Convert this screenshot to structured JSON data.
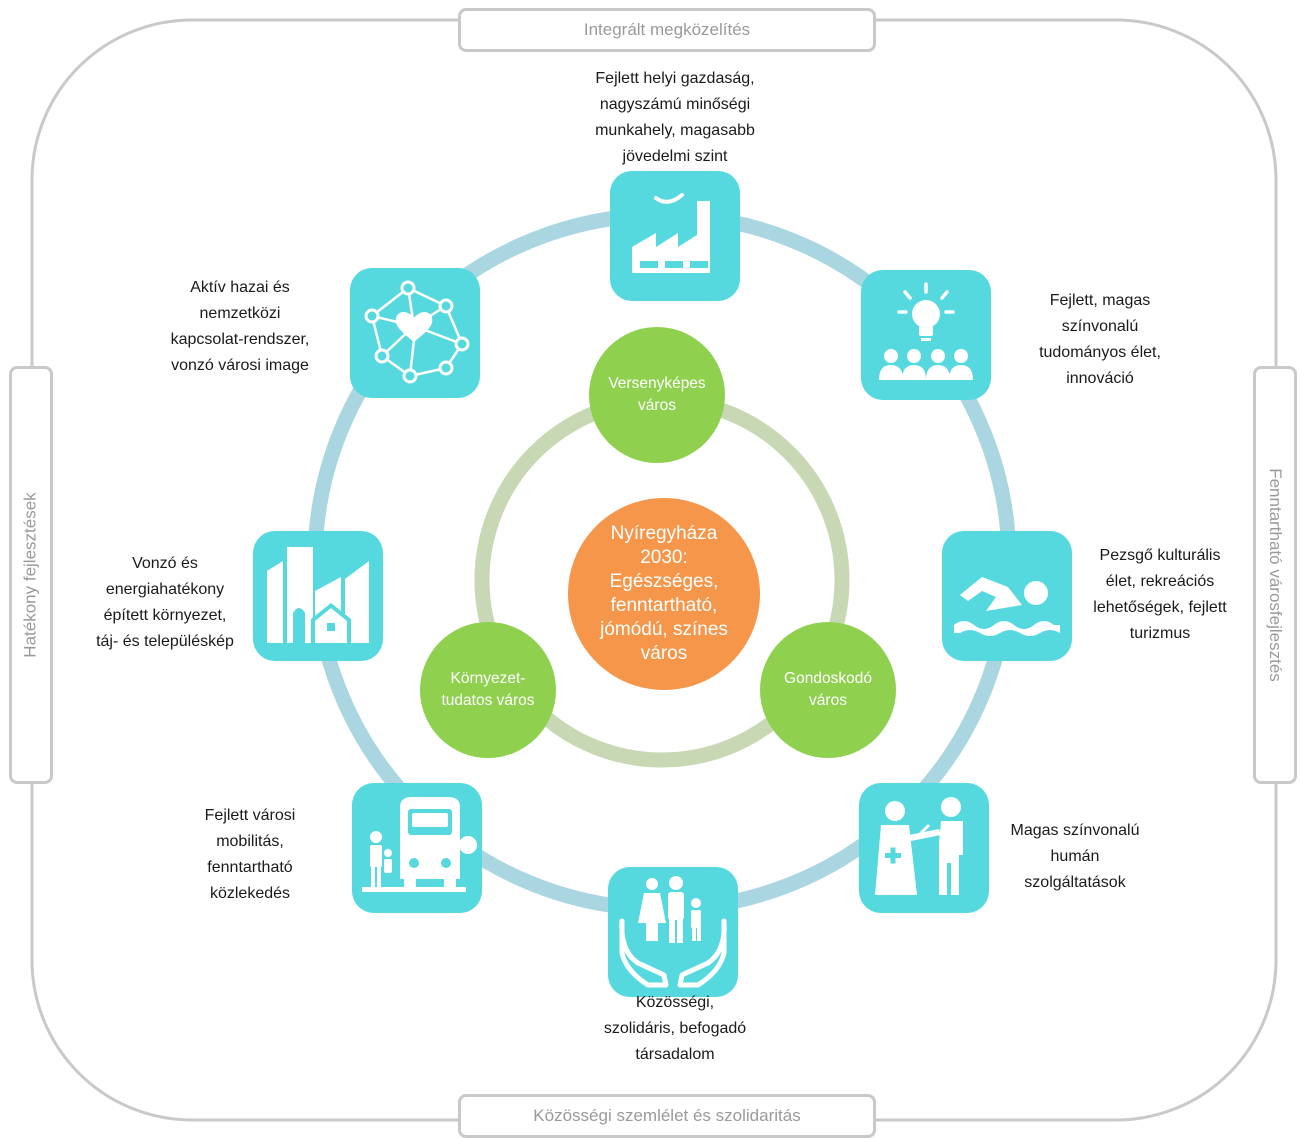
{
  "frame": {
    "top": "Integrált megközelítés",
    "bottom": "Közösségi szemlélet és szolidaritás",
    "left": "Hatékony fejlesztések",
    "right": "Fenntartható városfejlesztés"
  },
  "center": {
    "text": "Nyíregyháza\n2030:\nEgészséges,\nfenntartható,\njómódú, színes\nváros"
  },
  "pillars": {
    "competitive": "Versenyképes\nváros",
    "caring": "Gondoskodó\nváros",
    "environment": "Környezet-\ntudatos város"
  },
  "goals": {
    "economy": "Fejlett helyi gazdaság,\nnagyszámú minőségi\nmunkahely, magasabb\njövedelmi szint",
    "science": "Fejlett, magas\nszínvonalú\ntudományos élet,\ninnováció",
    "culture": "Pezsgő kulturális\nélet, rekreációs\nlehetőségek, fejlett\nturizmus",
    "human": "Magas színvonalú\nhumán\nszolgáltatások",
    "society": "Közösségi,\nszolidáris, befogadó\ntársadalom",
    "mobility": "Fejlett városi\nmobilitás,\nfenntartható\nközlekedés",
    "built": "Vonzó és\nenergiahatékony\népített környezet,\ntáj- és településkép",
    "network": "Aktív hazai és\nnemzetközi\nkapcsolat-rendszer,\nvonzó városi image"
  },
  "icons": {
    "economy": "factory-icon",
    "science": "lightbulb-audience-icon",
    "culture": "swimmer-icon",
    "human": "doctor-patient-icon",
    "society": "family-hands-icon",
    "mobility": "bus-stop-icon",
    "built": "city-buildings-icon",
    "network": "network-heart-icon"
  },
  "colors": {
    "icon_bg": "#56d8df",
    "ring_outer": "#a9d6e0",
    "ring_inner": "#c9d8b4",
    "pillar_green": "#8fd14f",
    "center_orange": "#f6964a",
    "frame_border": "#c9c9c9"
  }
}
